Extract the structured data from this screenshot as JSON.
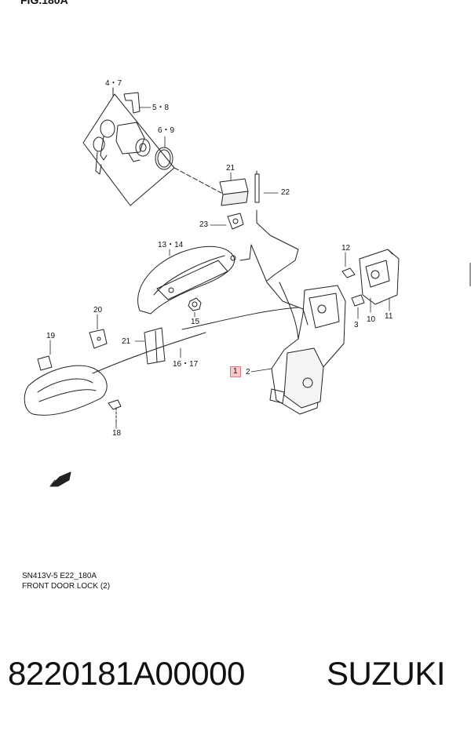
{
  "figure": {
    "header": "FIG.180A",
    "code": "SN413V-5 E22_180A",
    "title": "FRONT DOOR LOCK (2)"
  },
  "callouts": {
    "c4_7": "4・7",
    "c5_8": "5・8",
    "c6_9": "6・9",
    "c21a": "21",
    "c22": "22",
    "c23": "23",
    "c13_14": "13・14",
    "c12": "12",
    "c20": "20",
    "c19": "19",
    "c15": "15",
    "c21b": "21",
    "c16_17": "16・17",
    "c1": "1",
    "c2": "2",
    "c3": "3",
    "c10": "10",
    "c11": "11",
    "c18": "18"
  },
  "footer": {
    "part_number": "8220181A00000",
    "brand": "SUZUKI"
  },
  "colors": {
    "line": "#222222",
    "highlight_fill": "#f7c9cc",
    "highlight_border": "#d77a82",
    "background": "#ffffff"
  },
  "icons": [
    "fwd-arrow-icon"
  ]
}
